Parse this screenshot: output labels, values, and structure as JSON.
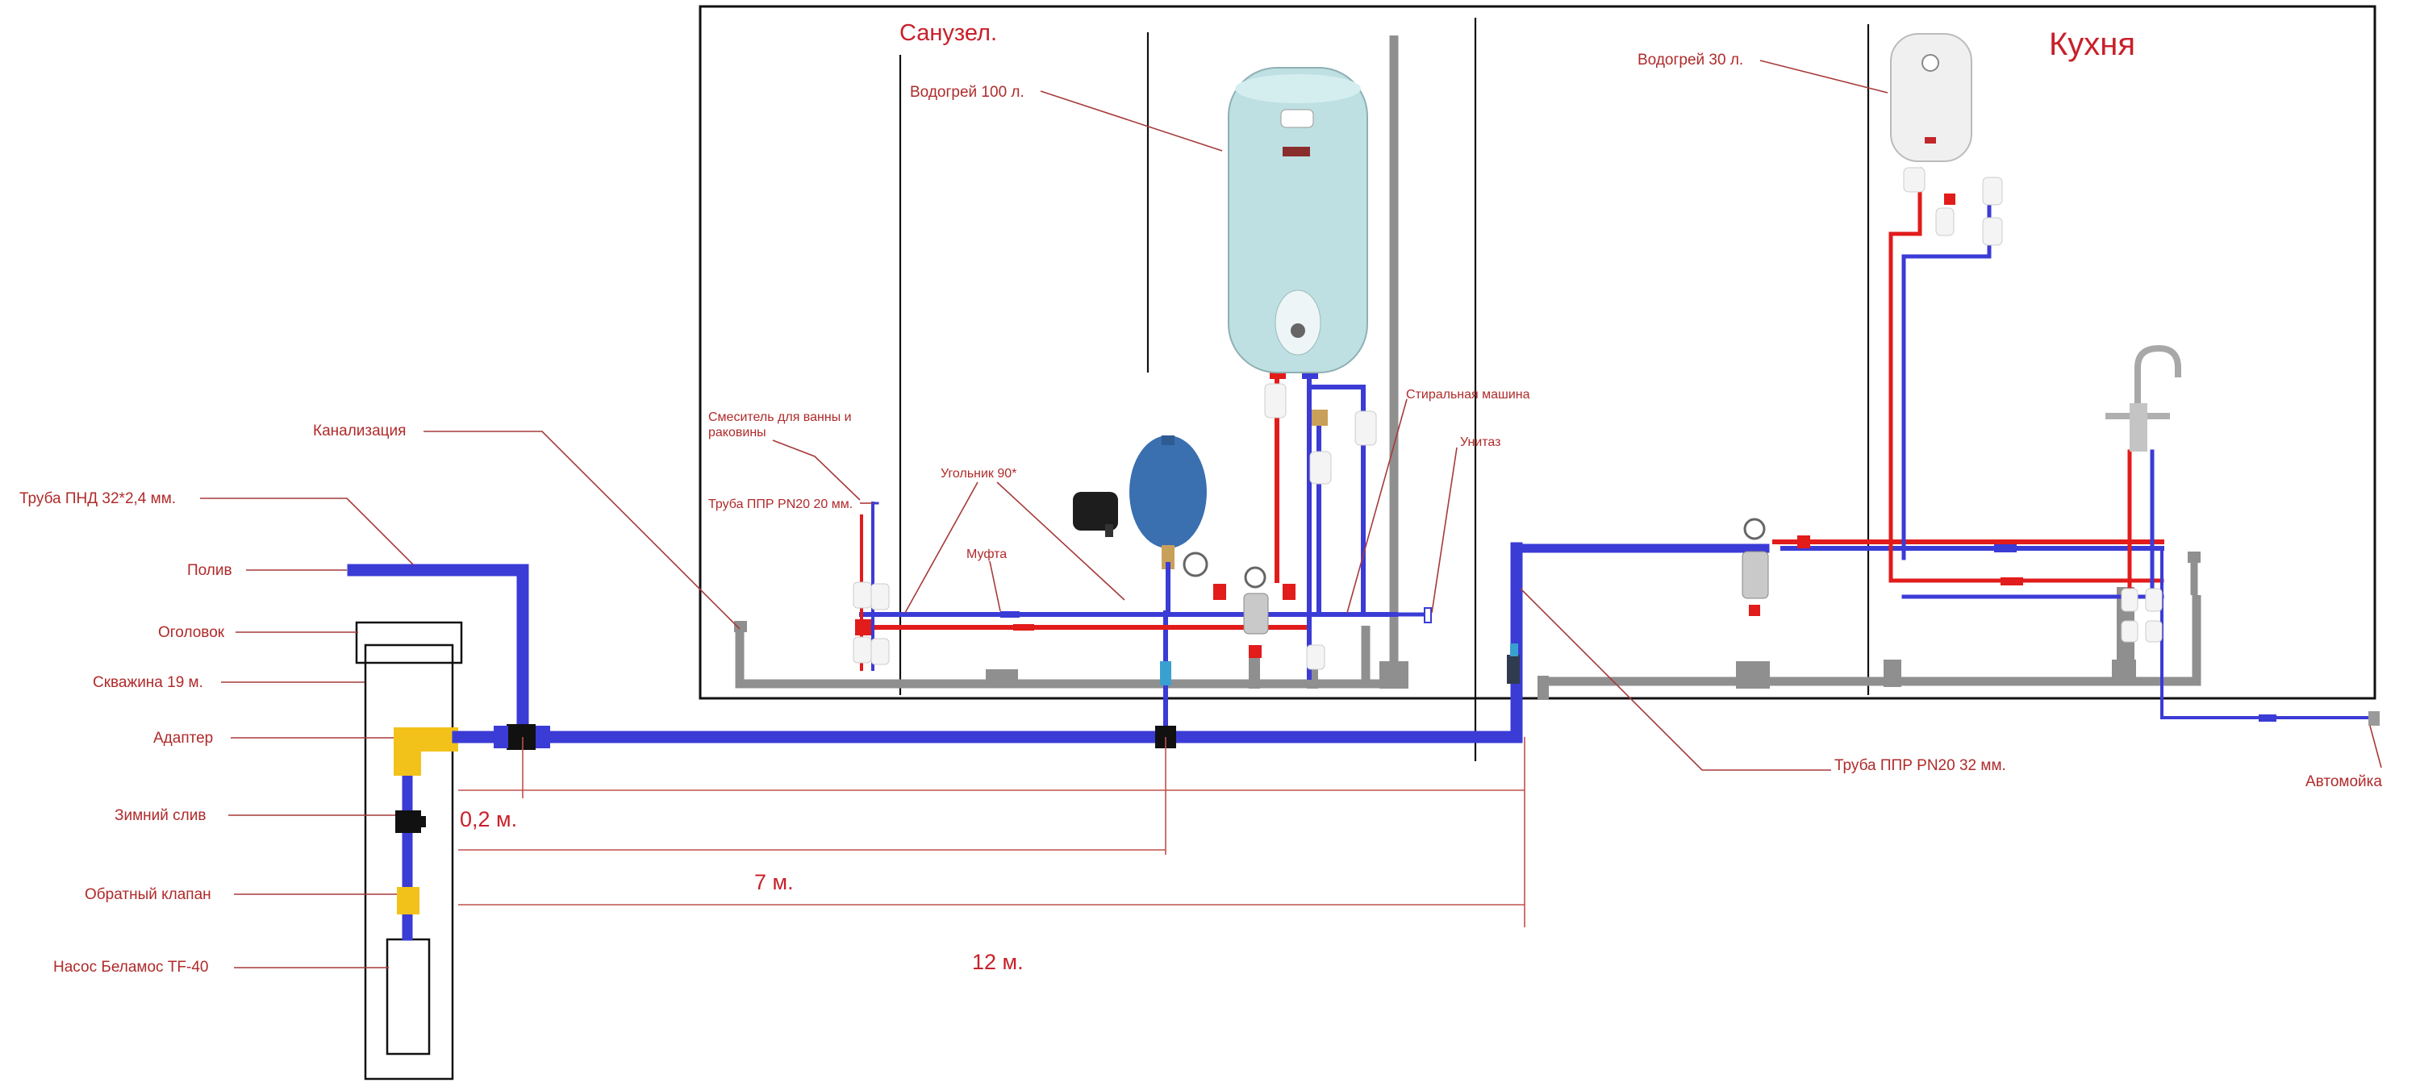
{
  "rooms": {
    "bathroom": "Санузел.",
    "kitchen": "Кухня"
  },
  "labels": {
    "sewer": "Канализация",
    "hdpe_pipe": "Труба ПНД 32*2,4 мм.",
    "irrigation": "Полив",
    "wellhead": "Оголовок",
    "well": "Скважина 19 м.",
    "adapter": "Адаптер",
    "winter_drain": "Зимний слив",
    "check_valve": "Обратный клапан",
    "pump": "Насос Беламос TF-40",
    "heater_100": "Водогрей 100 л.",
    "heater_30": "Водогрей 30 л.",
    "mixer_line1": "Смеситель для ванны и",
    "mixer_line2": "раковины",
    "ppr20": "Труба ППР PN20 20 мм.",
    "elbow": "Угольник 90*",
    "coupling": "Муфта",
    "washing_machine": "Стиральная машина",
    "toilet": "Унитаз",
    "ppr32": "Труба ППР PN20 32 мм.",
    "car_wash": "Автомойка"
  },
  "dimensions": {
    "d1": "0,2 м.",
    "d2": "7 м.",
    "d3": "12 м."
  },
  "colors": {
    "cold_pipe": "#3b3bd6",
    "hot_pipe": "#e21b1b",
    "sewer_pipe": "#8f8f8f",
    "fitting": "#f2c21a",
    "label": "#b02a2a",
    "room_title": "#c8202a"
  },
  "icons": {
    "heater_100": "water-heater-icon",
    "heater_30": "water-heater-icon",
    "expansion_tank": "expansion-tank-icon",
    "pressure_switch": "pressure-switch-icon",
    "filter": "water-filter-icon",
    "faucet": "kitchen-faucet-icon"
  }
}
